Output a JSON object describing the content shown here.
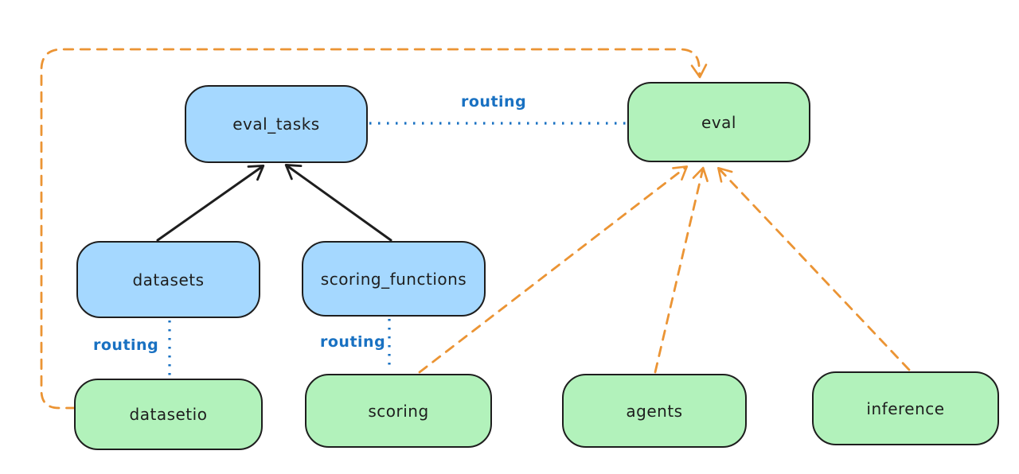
{
  "diagram": {
    "background": "#ffffff",
    "colors": {
      "blue_node_fill": "#a5d8ff",
      "green_node_fill": "#b2f2bb",
      "node_stroke": "#1e1e1e",
      "orange_edge": "#eb9434",
      "routing_edge_blue": "#1971c2",
      "solid_edge_black": "#1e1e1e"
    },
    "nodes": {
      "eval_tasks": {
        "label": "eval_tasks",
        "color": "blue"
      },
      "eval": {
        "label": "eval",
        "color": "green"
      },
      "datasets": {
        "label": "datasets",
        "color": "blue"
      },
      "scoring_functions": {
        "label": "scoring_functions",
        "color": "blue"
      },
      "datasetio": {
        "label": "datasetio",
        "color": "green"
      },
      "scoring": {
        "label": "scoring",
        "color": "green"
      },
      "agents": {
        "label": "agents",
        "color": "green"
      },
      "inference": {
        "label": "inference",
        "color": "green"
      }
    },
    "edges": [
      {
        "from": "datasets",
        "to": "eval_tasks",
        "style": "solid",
        "color": "black",
        "arrow": true
      },
      {
        "from": "scoring_functions",
        "to": "eval_tasks",
        "style": "solid",
        "color": "black",
        "arrow": true
      },
      {
        "from": "eval_tasks",
        "to": "eval",
        "style": "dotted",
        "color": "blue",
        "arrow": false,
        "label": "routing"
      },
      {
        "from": "datasets",
        "to": "datasetio",
        "style": "dotted",
        "color": "blue",
        "arrow": false,
        "label": "routing"
      },
      {
        "from": "scoring_functions",
        "to": "scoring",
        "style": "dotted",
        "color": "blue",
        "arrow": false,
        "label": "routing"
      },
      {
        "from": "datasetio",
        "to": "eval",
        "style": "dashed",
        "color": "orange",
        "arrow": true
      },
      {
        "from": "scoring",
        "to": "eval",
        "style": "dashed",
        "color": "orange",
        "arrow": true
      },
      {
        "from": "agents",
        "to": "eval",
        "style": "dashed",
        "color": "orange",
        "arrow": true
      },
      {
        "from": "inference",
        "to": "eval",
        "style": "dashed",
        "color": "orange",
        "arrow": true
      }
    ],
    "edge_labels": [
      {
        "text": "routing"
      },
      {
        "text": "routing"
      },
      {
        "text": "routing"
      }
    ]
  }
}
